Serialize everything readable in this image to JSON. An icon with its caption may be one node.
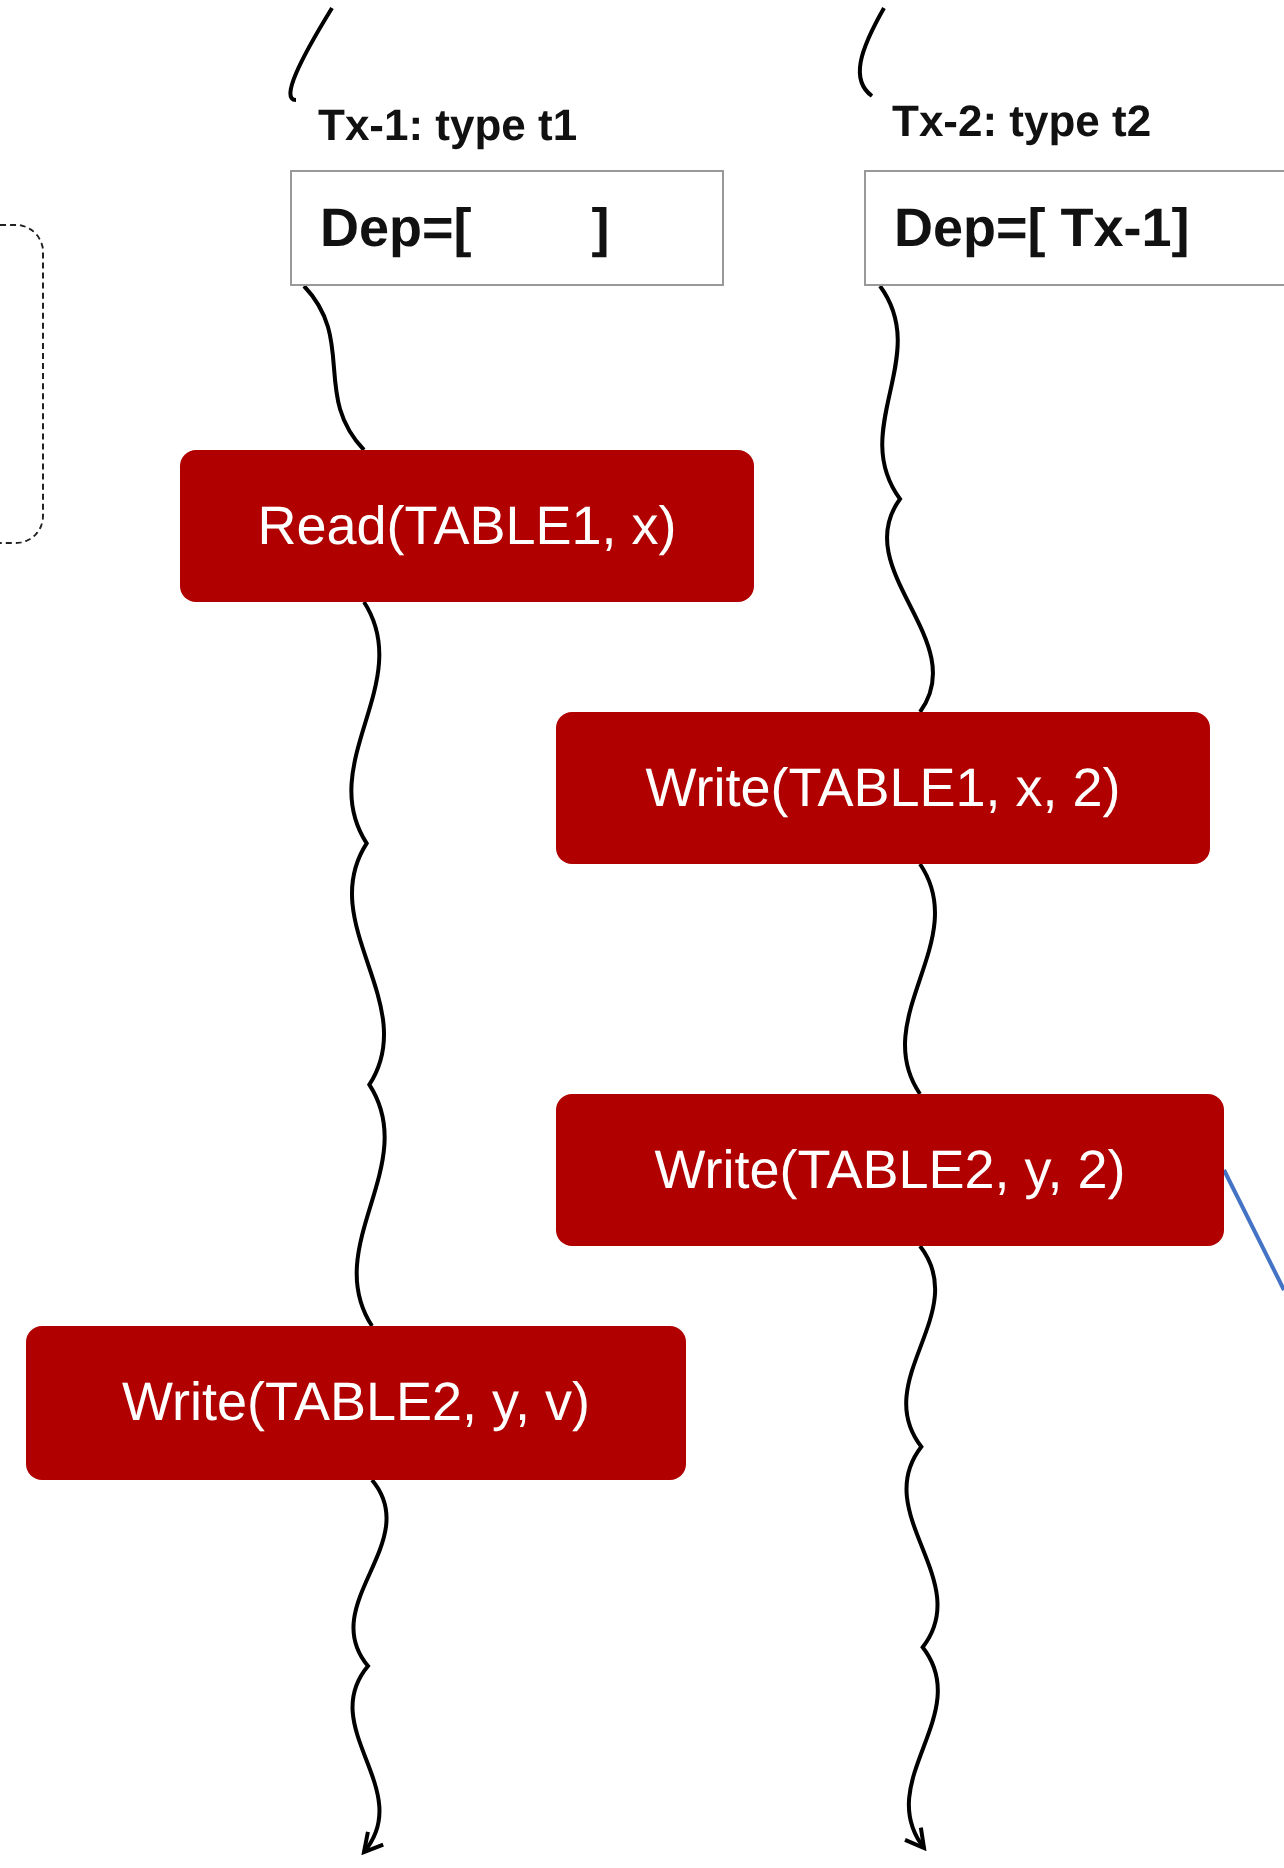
{
  "diagram": {
    "nodes": [
      {
        "text": [],
        "shape": "box"
      },
      {
        "text": [
          "Tx-1: type t1",
          "Dep=[        ]"
        ]
      },
      {
        "text": [
          "Tx-2: type t2",
          "Dep=[ Tx-1]"
        ]
      },
      {
        "text": [
          "Read(TABLE1, x)"
        ]
      },
      {
        "text": [
          "Write(TABLE1, x, 2)"
        ]
      },
      {
        "text": [
          "Write(TABLE2, y, 2)"
        ]
      },
      {
        "text": [
          "Write(TABLE2, y, v)"
        ]
      }
    ],
    "edges": [
      {
        "from": 1,
        "to": 3,
        "arrow": "none"
      },
      {
        "from": 3,
        "to": 6,
        "arrow": "none"
      },
      {
        "from": 6,
        "to": null,
        "arrow": "to"
      },
      {
        "from": 2,
        "to": 4,
        "arrow": "none"
      },
      {
        "from": 4,
        "to": 5,
        "arrow": "none"
      },
      {
        "from": 5,
        "to": null,
        "arrow": "to"
      },
      {
        "from": 5,
        "to": null,
        "arrow": "none",
        "color": "#4472c4"
      }
    ]
  }
}
